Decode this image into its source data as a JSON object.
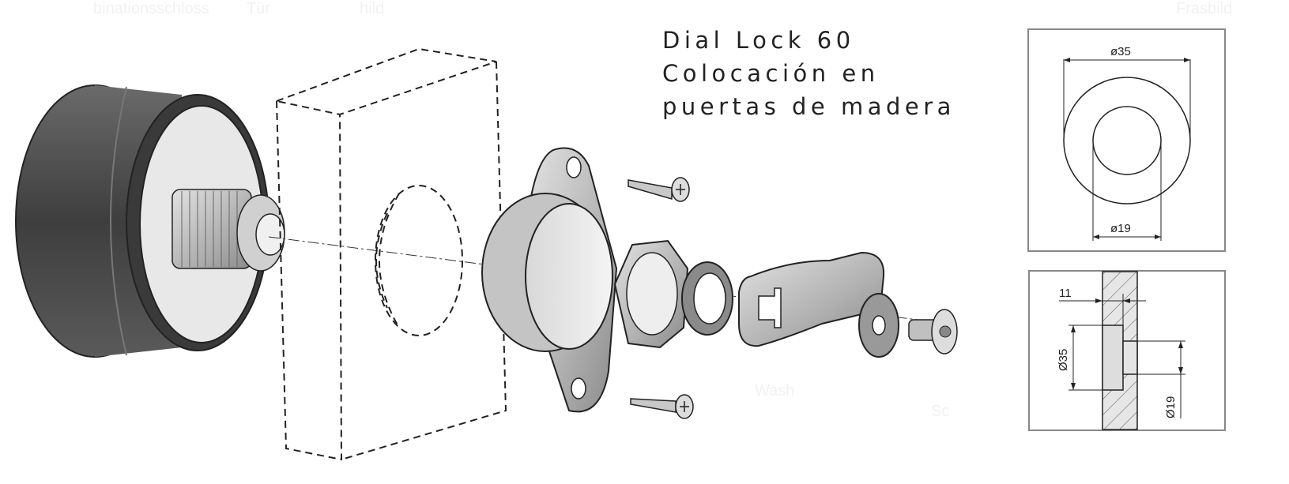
{
  "title": {
    "line1": "Dial Lock 60",
    "line2": "Colocación en",
    "line3": "puertas de madera"
  },
  "ghost_text": [
    "binationsschloss",
    "Tür",
    "hild",
    "Frasbild",
    "Wash",
    "Sc"
  ],
  "front_view": {
    "outer_diameter": "ø35",
    "inner_diameter": "ø19"
  },
  "section_view": {
    "depth": "11",
    "outer_diameter": "Ø35",
    "inner_diameter": "Ø19"
  },
  "colors": {
    "line": "#222222",
    "metal": "#b8b8b8",
    "body": "#4a4a4a"
  }
}
